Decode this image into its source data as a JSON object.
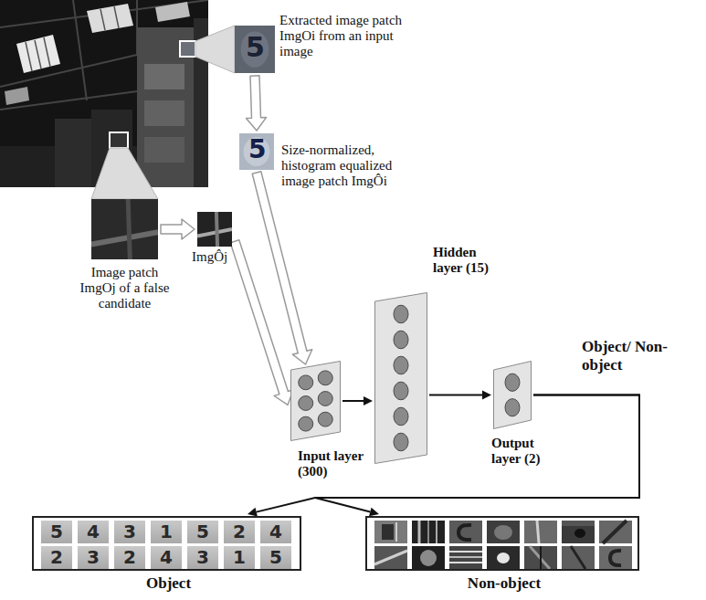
{
  "diagram": {
    "nodes": [
      {
        "text": [
          "Extracted image patch ImgOi from an input image"
        ]
      },
      {
        "text": [
          "Size-normalized, histogram equalized image patch ImgÔi"
        ]
      },
      {
        "text": [
          "Image patch ImgOj of a false candidate"
        ]
      },
      {
        "text": [
          "ImgÔj"
        ]
      },
      {
        "text": [
          "Input layer (300)"
        ]
      },
      {
        "text": [
          "Hidden layer (15)"
        ]
      },
      {
        "text": [
          "Output layer (2)"
        ]
      },
      {
        "text": [
          "Object"
        ]
      },
      {
        "text": [
          "Non-object"
        ]
      }
    ],
    "edges": [
      {
        "from": 0,
        "to": 1,
        "arrow": "to"
      },
      {
        "from": 2,
        "to": 3,
        "arrow": "to"
      },
      {
        "from": 1,
        "to": 4,
        "arrow": "to"
      },
      {
        "from": 3,
        "to": 4,
        "arrow": "to"
      },
      {
        "from": 4,
        "to": 5,
        "arrow": "to"
      },
      {
        "from": 5,
        "to": 6,
        "arrow": "to"
      },
      {
        "from": 6,
        "to": 7,
        "arrow": "to"
      },
      {
        "from": 6,
        "to": 8,
        "arrow": "to"
      }
    ],
    "labels": [
      "5",
      "5",
      "Object/ Non-object",
      "5",
      "4",
      "3",
      "1",
      "5",
      "2",
      "4",
      "2",
      "3",
      "2",
      "4",
      "3",
      "1",
      "5"
    ]
  }
}
